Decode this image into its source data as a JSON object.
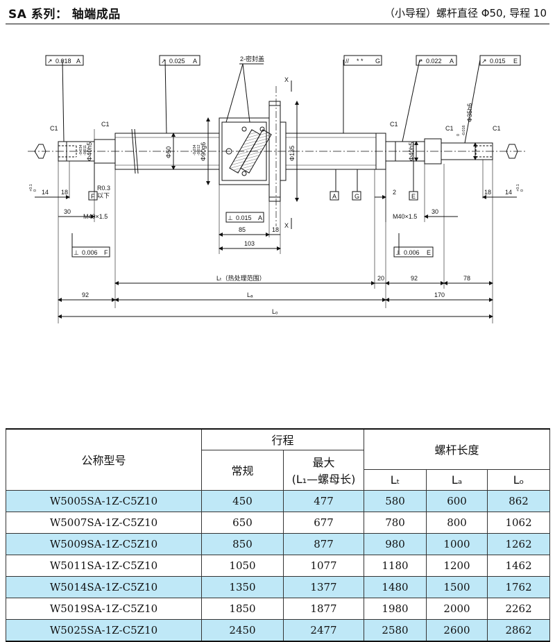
{
  "header": {
    "title": "SA 系列： 轴端成品",
    "subtitle": "（小导程）螺杆直径 Φ50, 导程 10"
  },
  "drawing": {
    "tolerances": {
      "t1": "0.018",
      "t1r": "A",
      "t2": "0.025",
      "t2r": "A",
      "t3": "* *",
      "t3r": "G",
      "t4": "0.022",
      "t4r": "A",
      "t5": "0.015",
      "t5r": "E",
      "t6": "0.015",
      "t6r": "A",
      "t7": "0.006",
      "t7r": "F",
      "t8": "0.006",
      "t8r": "E"
    },
    "labels": {
      "seal": "2-密封盖",
      "c1": "C1",
      "x": "X",
      "phi40h5": "Φ40h5",
      "phi35h6": "Φ35h6",
      "phi50": "Φ50",
      "phi90g6": "Φ90g6",
      "phi135": "Φ135",
      "r03": "R0.3",
      "r03b": "以下",
      "m40": "M40×1.5",
      "datum_a": "A",
      "datum_g": "G",
      "datum_e": "E",
      "datum_f": "F",
      "tol_small_a": "-0.011",
      "tol_small_b": "-0.034",
      "tol_small_c": "0",
      "tol_small_d": "-0.016",
      "tol_small_e": "+0.1",
      "tol_small_f": "0",
      "tol_small_g": "-0.012",
      "tol_small_h": "-0.034"
    },
    "dims": {
      "d14": "14",
      "d18": "18",
      "d30": "30",
      "d85": "85",
      "d18b": "18",
      "d103": "103",
      "d2": "2",
      "d30b": "30",
      "d18c": "18",
      "d14b": "14",
      "d20": "20",
      "d92": "92",
      "d78": "78",
      "d92b": "92",
      "d170": "170",
      "lt": "Lₜ（热处理范围）",
      "la": "Lₐ",
      "lo": "Lₒ"
    }
  },
  "table": {
    "col_model": "公称型号",
    "col_stroke": "行程",
    "col_normal": "常规",
    "col_max": "最大",
    "col_max_sub": "(L₁—螺母长)",
    "col_length": "螺杆长度",
    "col_lt": "Lₜ",
    "col_la": "Lₐ",
    "col_lo": "Lₒ",
    "rows": [
      {
        "model": "W5005SA-1Z-C5Z10",
        "normal": "450",
        "max": "477",
        "lt": "580",
        "la": "600",
        "lo": "862"
      },
      {
        "model": "W5007SA-1Z-C5Z10",
        "normal": "650",
        "max": "677",
        "lt": "780",
        "la": "800",
        "lo": "1062"
      },
      {
        "model": "W5009SA-1Z-C5Z10",
        "normal": "850",
        "max": "877",
        "lt": "980",
        "la": "1000",
        "lo": "1262"
      },
      {
        "model": "W5011SA-1Z-C5Z10",
        "normal": "1050",
        "max": "1077",
        "lt": "1180",
        "la": "1200",
        "lo": "1462"
      },
      {
        "model": "W5014SA-1Z-C5Z10",
        "normal": "1350",
        "max": "1377",
        "lt": "1480",
        "la": "1500",
        "lo": "1762"
      },
      {
        "model": "W5019SA-1Z-C5Z10",
        "normal": "1850",
        "max": "1877",
        "lt": "1980",
        "la": "2000",
        "lo": "2262"
      },
      {
        "model": "W5025SA-1Z-C5Z10",
        "normal": "2450",
        "max": "2477",
        "lt": "2580",
        "la": "2600",
        "lo": "2862"
      }
    ],
    "highlight_color": "#bfe8f7"
  }
}
